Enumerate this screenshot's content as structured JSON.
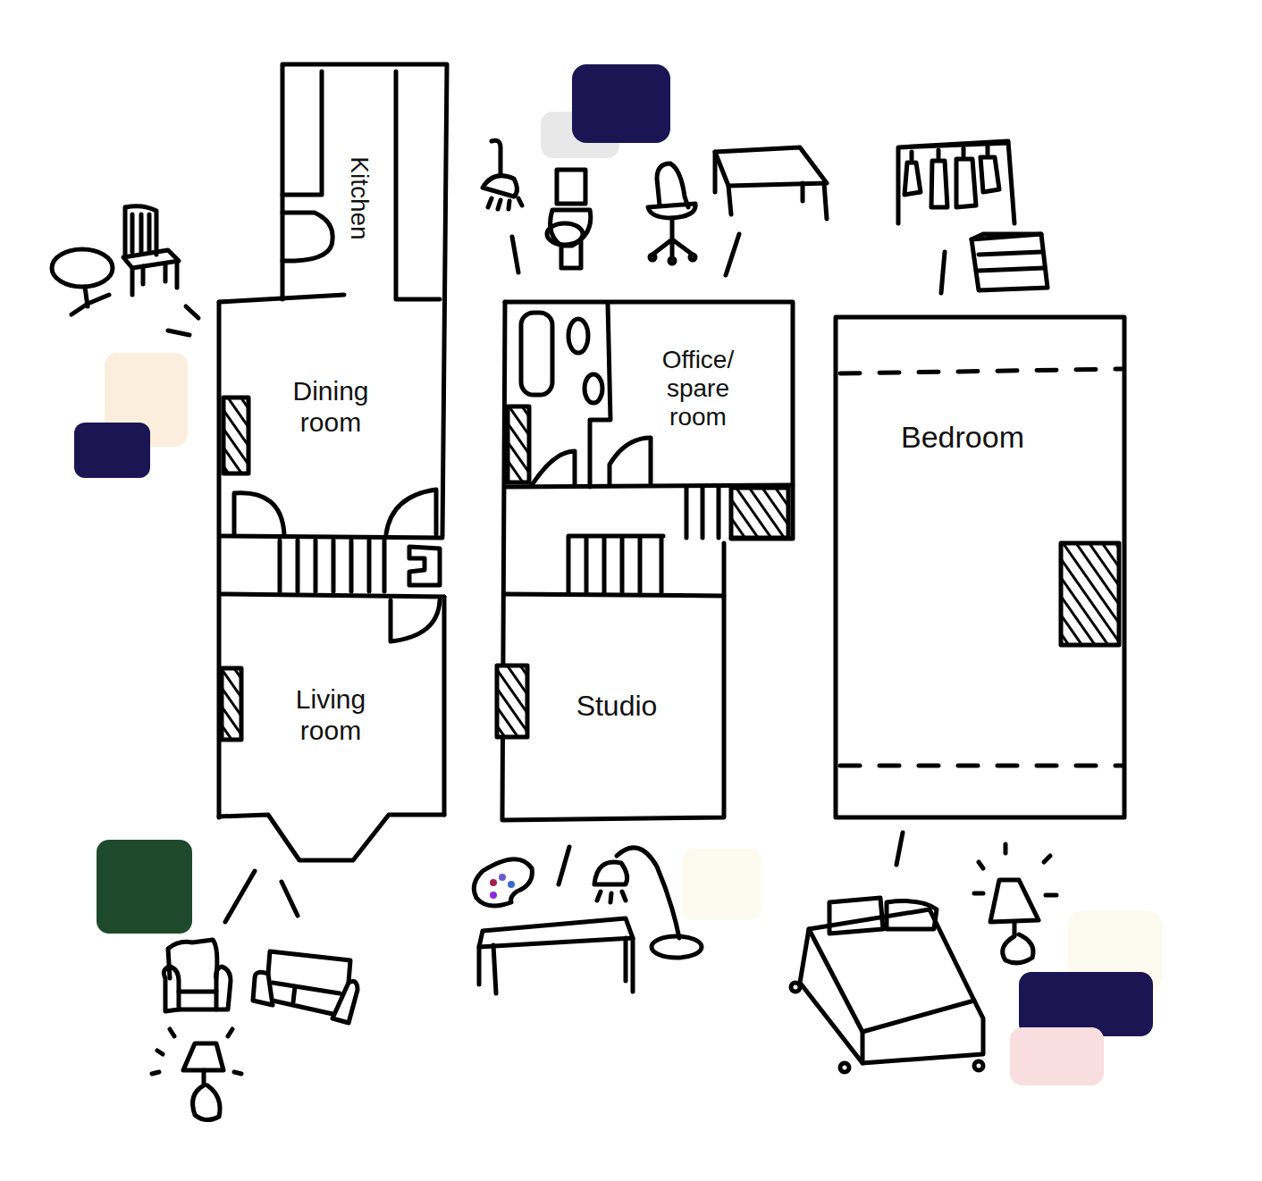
{
  "diagram": {
    "nodes": [
      {
        "text": [
          "Kitchen"
        ]
      },
      {
        "text": [
          "Dining room"
        ]
      },
      {
        "text": [
          "Living room"
        ]
      },
      {
        "text": [
          "Office/ spare room"
        ]
      },
      {
        "text": [
          "Studio"
        ]
      },
      {
        "text": [
          "Bedroom"
        ]
      }
    ]
  }
}
